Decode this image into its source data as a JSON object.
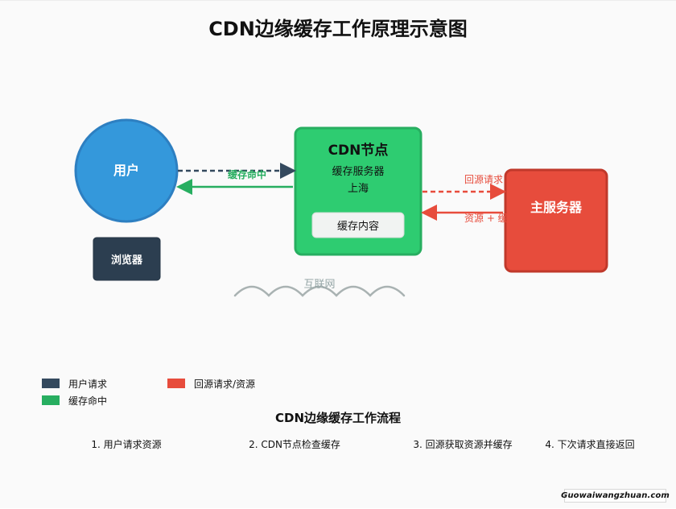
{
  "title": "CDN边缘缓存工作原理示意图",
  "nodes": {
    "user": {
      "label": "用户",
      "color": "#3498db"
    },
    "browser": {
      "label": "浏览器",
      "color": "#2c3e50"
    },
    "cdn": {
      "title": "CDN节点",
      "subtitle": "缓存服务器",
      "location": "上海",
      "cache_label": "缓存内容",
      "color": "#2ecc71"
    },
    "origin": {
      "label": "主服务器",
      "color": "#e74c3c"
    }
  },
  "edges": {
    "cache_hit": "缓存命中",
    "origin_request": "回源请求",
    "resource_cache": "资源 + 缓"
  },
  "internet": {
    "label": "互联网"
  },
  "legend": [
    {
      "label": "用户请求",
      "color": "#34495e"
    },
    {
      "label": "回源请求/资源",
      "color": "#e74c3c"
    },
    {
      "label": "缓存命中",
      "color": "#27ae60"
    }
  ],
  "flow": {
    "title": "CDN边缘缓存工作流程",
    "steps": [
      "1. 用户请求资源",
      "2. CDN节点检查缓存",
      "3. 回源获取资源并缓存",
      "4. 下次请求直接返回"
    ]
  },
  "watermark": "Guowaiwangzhuan.com"
}
